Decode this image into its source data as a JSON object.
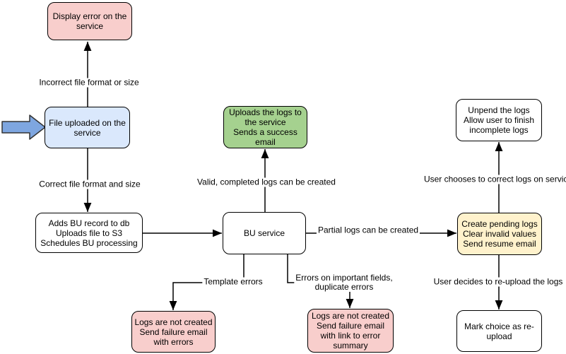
{
  "diagram": {
    "type": "flowchart",
    "background": "#ffffff",
    "colors": {
      "pink_fill": "#F8CECC",
      "blue_fill": "#DAE8FC",
      "green_fill": "#A5D18F",
      "yellow_fill": "#FFF2CC",
      "white_fill": "#FFFFFF",
      "node_border": "#000000",
      "line": "#000000",
      "entry_arrow_fill": "#7EA6E0",
      "entry_arrow_border": "#333333"
    }
  },
  "nodes": {
    "display_error": {
      "text": "Display error on the\nservice",
      "fill": "#F8CECC"
    },
    "file_uploaded": {
      "text": "File uploaded on the\nservice",
      "fill": "#DAE8FC"
    },
    "adds_bu_record": {
      "text": "Adds BU record to db\nUploads file to S3\nSchedules BU processing",
      "fill": "#FFFFFF"
    },
    "uploads_logs": {
      "text": "Uploads the logs to\nthe service\nSends a success\nemail",
      "fill": "#A5D18F"
    },
    "bu_service": {
      "text": "BU service",
      "fill": "#FFFFFF"
    },
    "logs_not_created_errors": {
      "text": "Logs are not created\nSend failure email\nwith errors",
      "fill": "#F8CECC"
    },
    "logs_not_created_summary": {
      "text": "Logs are not created\nSend failure email\nwith link to error\nsummary",
      "fill": "#F8CECC"
    },
    "create_pending_logs": {
      "text": "Create pending logs\nClear invalid values\nSend resume email",
      "fill": "#FFF2CC"
    },
    "unpend_logs": {
      "text": "Unpend the logs\nAllow user to finish\nincomplete logs",
      "fill": "#FFFFFF"
    },
    "mark_reupload": {
      "text": "Mark choice as re-\nupload",
      "fill": "#FFFFFF"
    }
  },
  "edge_labels": {
    "incorrect_format": "Incorrect file format or size",
    "correct_format": "Correct file format and size",
    "valid_completed": "Valid, completed logs can be created",
    "partial_logs": "Partial logs can be created",
    "template_errors": "Template errors",
    "important_field_errors": "Errors on important fields,\nduplicate errors",
    "user_corrects": "User chooses to correct logs on service",
    "user_reuploads": "User decides to re-upload the logs"
  }
}
